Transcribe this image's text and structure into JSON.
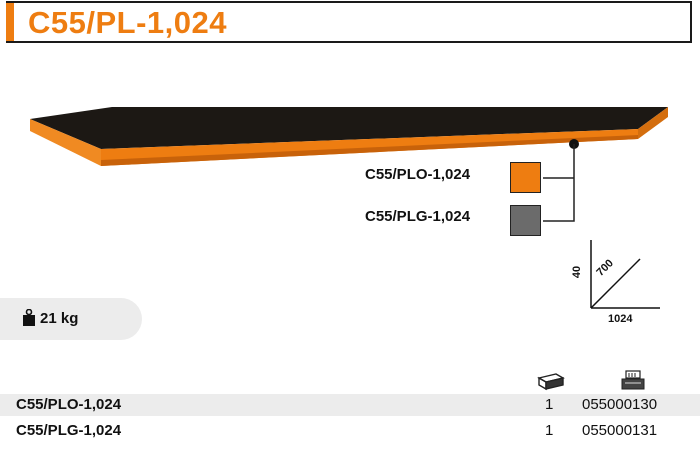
{
  "title": "C55/PL-1,024",
  "variants": [
    {
      "label": "C55/PLO-1,024",
      "color": "#ee7d11"
    },
    {
      "label": "C55/PLG-1,024",
      "color": "#6b6b6b"
    }
  ],
  "weight": "21 kg",
  "dimensions": {
    "height": "40",
    "depth": "700",
    "width": "1024"
  },
  "table": {
    "header_icons": [
      "package-quantity-icon",
      "barcode-printer-icon"
    ],
    "rows": [
      {
        "code": "C55/PLO-1,024",
        "qty": "1",
        "number": "055000130"
      },
      {
        "code": "C55/PLG-1,024",
        "qty": "1",
        "number": "055000131"
      }
    ]
  },
  "colors": {
    "accent": "#ee7d11",
    "panel_top": "#1c1814",
    "grey": "#6b6b6b"
  }
}
